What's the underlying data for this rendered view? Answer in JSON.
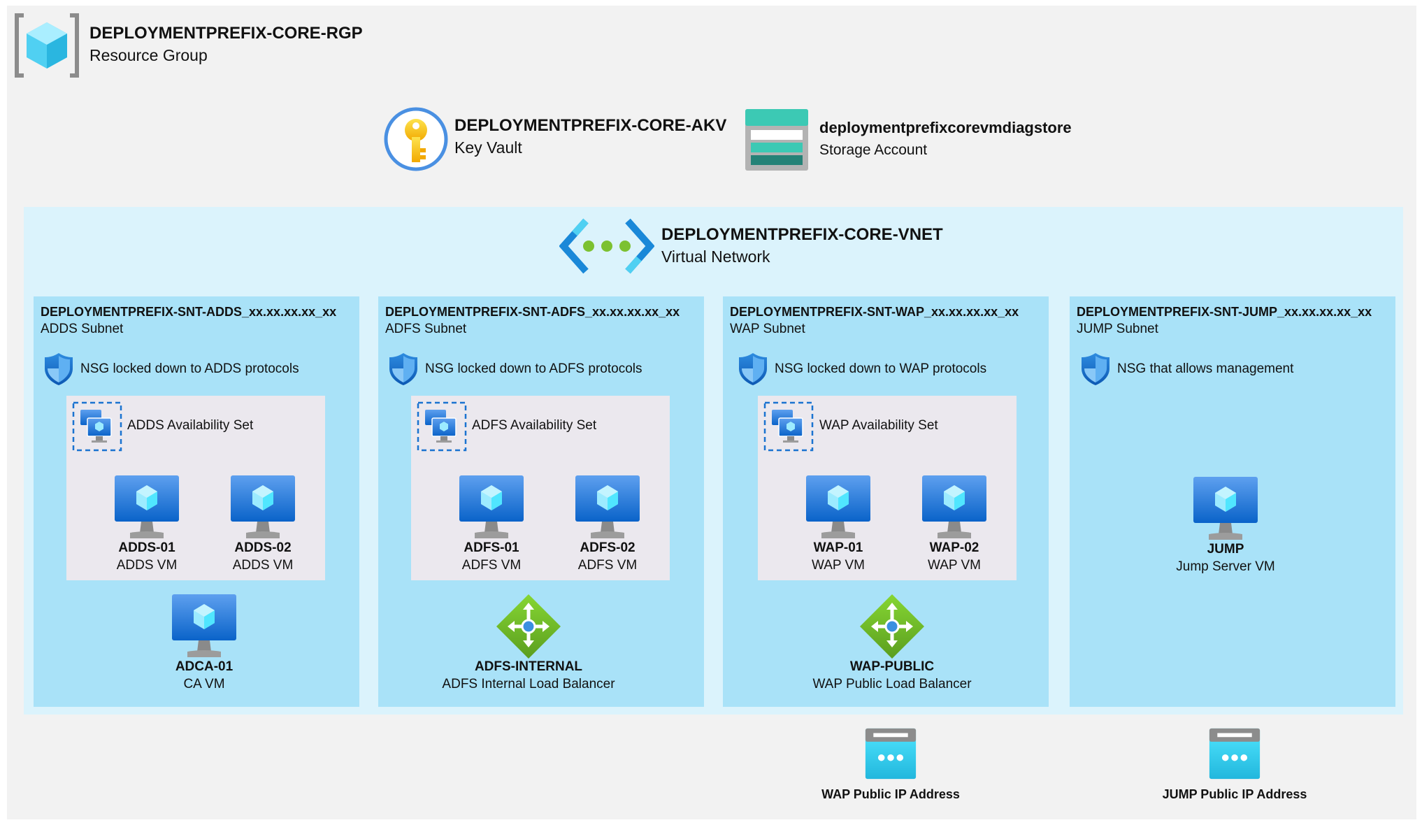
{
  "resource_group": {
    "name": "DEPLOYMENTPREFIX-CORE-RGP",
    "type": "Resource Group"
  },
  "key_vault": {
    "name": "DEPLOYMENTPREFIX-CORE-AKV",
    "type": "Key Vault"
  },
  "storage": {
    "name": "deploymentprefixcorevmdiagstore",
    "type": "Storage Account"
  },
  "vnet": {
    "name": "DEPLOYMENTPREFIX-CORE-VNET",
    "type": "Virtual Network"
  },
  "subnets": [
    {
      "name": "DEPLOYMENTPREFIX-SNT-ADDS_xx.xx.xx.xx_xx",
      "type": "ADDS Subnet",
      "nsg": "NSG locked down to ADDS protocols",
      "availability_set": "ADDS Availability Set",
      "vms": [
        {
          "name": "ADDS-01",
          "desc": "ADDS VM"
        },
        {
          "name": "ADDS-02",
          "desc": "ADDS VM"
        }
      ],
      "extra": {
        "name": "ADCA-01",
        "desc": "CA VM"
      }
    },
    {
      "name": "DEPLOYMENTPREFIX-SNT-ADFS_xx.xx.xx.xx_xx",
      "type": "ADFS Subnet",
      "nsg": "NSG locked down to ADFS protocols",
      "availability_set": "ADFS Availability Set",
      "vms": [
        {
          "name": "ADFS-01",
          "desc": "ADFS VM"
        },
        {
          "name": "ADFS-02",
          "desc": "ADFS VM"
        }
      ],
      "extra": {
        "name": "ADFS-INTERNAL",
        "desc": "ADFS Internal Load Balancer"
      }
    },
    {
      "name": "DEPLOYMENTPREFIX-SNT-WAP_xx.xx.xx.xx_xx",
      "type": "WAP Subnet",
      "nsg": "NSG locked down to WAP protocols",
      "availability_set": "WAP Availability Set",
      "vms": [
        {
          "name": "WAP-01",
          "desc": "WAP VM"
        },
        {
          "name": "WAP-02",
          "desc": "WAP VM"
        }
      ],
      "extra": {
        "name": "WAP-PUBLIC",
        "desc": "WAP Public Load Balancer"
      }
    },
    {
      "name": "DEPLOYMENTPREFIX-SNT-JUMP_xx.xx.xx.xx_xx",
      "type": "JUMP Subnet",
      "nsg": "NSG that allows management",
      "vm": {
        "name": "JUMP",
        "desc": "Jump Server VM"
      }
    }
  ],
  "public_ips": [
    {
      "label": "WAP Public IP Address"
    },
    {
      "label": "JUMP Public IP Address"
    }
  ],
  "icons": [
    "resource-group-icon",
    "key-vault-icon",
    "storage-account-icon",
    "virtual-network-icon",
    "nsg-shield-icon",
    "availability-set-icon",
    "virtual-machine-icon",
    "load-balancer-icon",
    "public-ip-icon"
  ],
  "colors": {
    "resource_group_bg": "#f2f2f2",
    "vnet_bg": "#dbf3fc",
    "subnet_bg": "#a9e2f8",
    "avset_bg": "#ebe8ee"
  }
}
